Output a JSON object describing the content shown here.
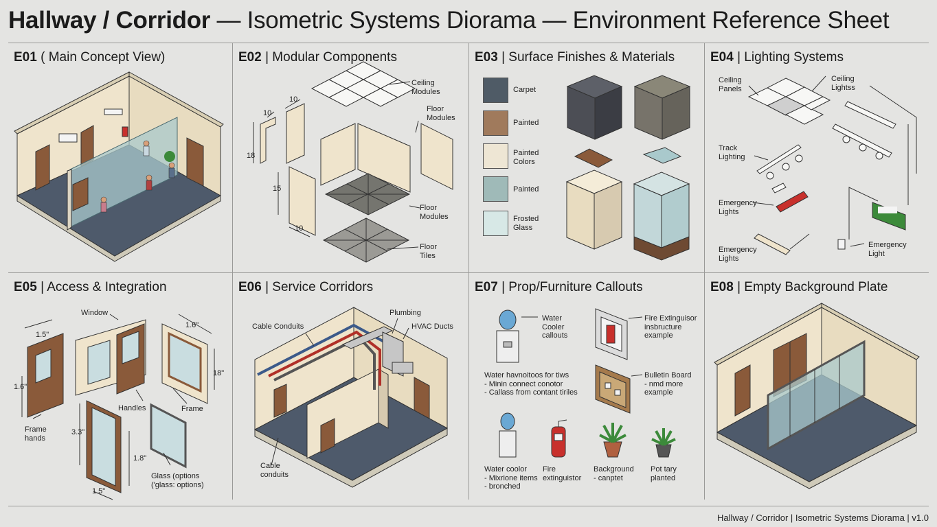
{
  "title": {
    "bold": "Hallway / Corridor",
    "rest": " — Isometric Systems Diorama — Environment Reference Sheet"
  },
  "panels": {
    "e01": {
      "code": "E01",
      "name": " ( Main Concept View)"
    },
    "e02": {
      "code": "E02",
      "name": " | Modular Components",
      "labels": {
        "ceiling": "Ceiling\nModules",
        "floor_top": "Floor\nModules",
        "floor_mid": "Floor\nModules",
        "tiles": "Floor\nTiles",
        "dims": [
          "10",
          "10",
          "18",
          "15",
          "10"
        ]
      }
    },
    "e03": {
      "code": "E03",
      "name": " | Surface Finishes & Materials",
      "swatches": [
        {
          "label": "Carpet",
          "color": "#4f5b66"
        },
        {
          "label": "Painted",
          "color": "#a07a5c"
        },
        {
          "label": "Painted\nColors",
          "color": "#eee6d4"
        },
        {
          "label": "Painted",
          "color": "#9fbab8"
        },
        {
          "label": "Frosted\nGlass",
          "color": "#d7e8e6"
        }
      ]
    },
    "e04": {
      "code": "E04",
      "name": " | Lighting Systems",
      "labels": {
        "ceiling_panels": "Ceiling\nPanels",
        "ceiling_lights": "Ceiling\nLightss",
        "track": "Track\nLighting",
        "emergency1": "Emergency\nLights",
        "emergency2": "Emergency\nLights",
        "emergency3": "Emergency\nLight"
      }
    },
    "e05": {
      "code": "E05",
      "name": " | Access & Integration",
      "labels": {
        "window": "Window",
        "handles": "Handles",
        "frame": "Frame",
        "frame_hands": "Frame\nhands",
        "glass": "Glass (options\n('glass: options)",
        "dims": [
          "1.5\"",
          "1.6\"",
          "1.6\"",
          "18\"",
          "3.3\"",
          "1.8\"",
          "1.5\""
        ]
      }
    },
    "e06": {
      "code": "E06",
      "name": " | Service Corridors",
      "labels": {
        "cable": "Cable Conduits",
        "plumbing": "Plumbing",
        "hvac": "HVAC Ducts",
        "cable2": "Cable\nconduits"
      }
    },
    "e07": {
      "code": "E07",
      "name": " | Prop/Furniture Callouts",
      "labels": {
        "water_cooler": "Water\nCooler\ncallouts",
        "fire_ext": "Fire Extinguisor\ninsbructure\nexample",
        "water_note": "Water havnoitoos for tiws\n- Minin connect conotor\n- Callass from contant tiriles",
        "bulletin": "Bulletin Board\n- nmd more\nexample",
        "water_coolor": "Water coolor\n- Mixrione items\n- bronched",
        "fire": "Fire\nextinguistor",
        "background": "Background\n- canptet",
        "pot": "Pot tary\nplanted"
      }
    },
    "e08": {
      "code": "E08",
      "name": " | Empty Background Plate"
    }
  },
  "footer": "Hallway / Corridor | Isometric Systems Diorama | v1.0",
  "colors": {
    "bg": "#e4e4e2",
    "floor": "#4e5a6b",
    "wall": "#efe4cc",
    "door": "#8a5a3a",
    "glass": "#a9c9cc",
    "green": "#3c8a3a"
  }
}
